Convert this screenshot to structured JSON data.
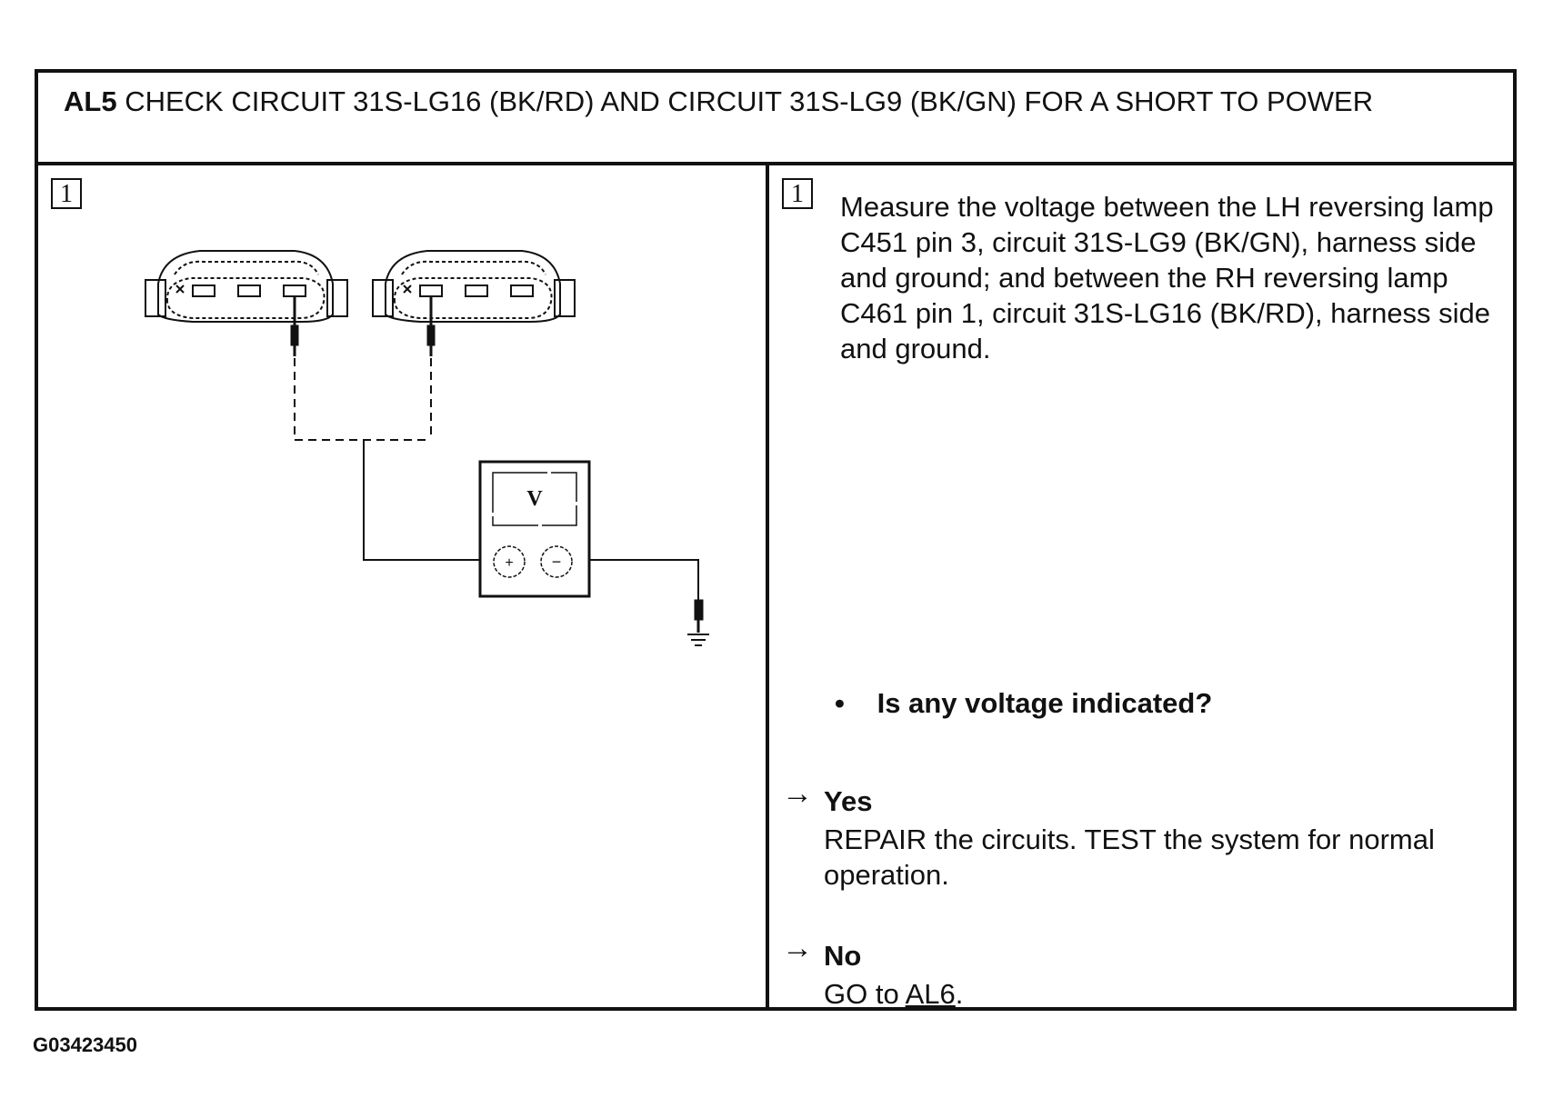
{
  "header": {
    "code": "AL5",
    "title": "CHECK CIRCUIT 31S-LG16 (BK/RD) AND CIRCUIT 31S-LG9 (BK/GN) FOR A SHORT TO POWER"
  },
  "left_panel": {
    "step_number": "1",
    "meter_label": "V",
    "meter_plus": "+",
    "meter_minus": "−"
  },
  "right_panel": {
    "step_number": "1",
    "instruction": "Measure the voltage between the LH reversing lamp C451 pin 3, circuit 31S-LG9 (BK/GN), harness side and ground; and between the RH reversing lamp C461 pin 1, circuit 31S-LG16 (BK/RD), harness side and ground.",
    "bullet": "•",
    "question": "Is any voltage indicated?",
    "arrow": "→",
    "yes_label": "Yes",
    "yes_text": "REPAIR the circuits. TEST the system for normal operation.",
    "no_label": "No",
    "no_text_prefix": "GO to",
    "no_link": "AL6",
    "no_text_suffix": "."
  },
  "footer": {
    "figure_id": "G03423450"
  }
}
